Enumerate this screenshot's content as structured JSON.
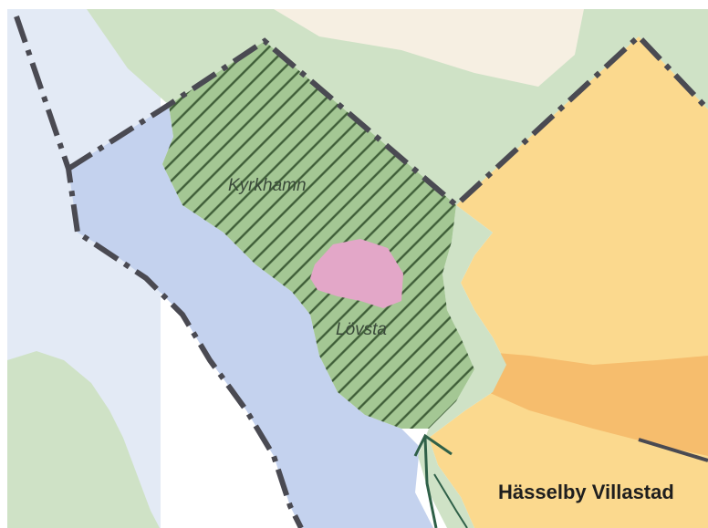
{
  "map": {
    "labels": {
      "kyrkhamn": "Kyrkhamn",
      "lovsta": "Lövsta",
      "hasselby": "Hässelby Villastad"
    },
    "colors": {
      "background": "#ffffff",
      "light_blue_land": "#e3eaf5",
      "water": "#c4d2ee",
      "green_area": "#cfe2c6",
      "hatched_zone_fill": "#a4c794",
      "hatch_lines": "#3f5e38",
      "residential_yellow": "#fbd98e",
      "residential_orange": "#f6bd6d",
      "pink_area": "#e3a7c8",
      "boundary_line": "#4a4a52",
      "arrow": "#2f6048"
    }
  }
}
